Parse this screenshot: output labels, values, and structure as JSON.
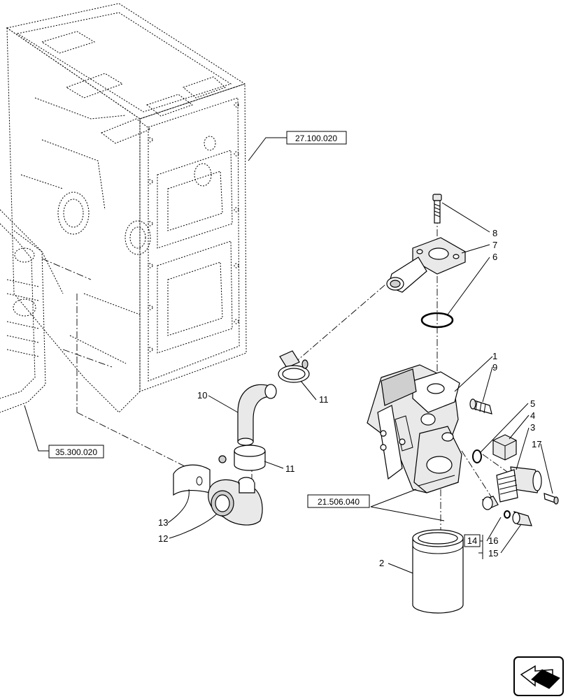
{
  "references": {
    "housing": "27.100.020",
    "transmission": "35.300.020",
    "filter_group": "21.506.040"
  },
  "callouts": {
    "c1": "1",
    "c2": "2",
    "c3": "3",
    "c4": "4",
    "c5": "5",
    "c6": "6",
    "c7": "7",
    "c8": "8",
    "c9": "9",
    "c10": "10",
    "c11a": "11",
    "c11b": "11",
    "c12": "12",
    "c13": "13",
    "c14": "14",
    "c15": "15",
    "c16": "16",
    "c17": "17"
  },
  "nav_icon": "page-navigation-arrow-icon"
}
